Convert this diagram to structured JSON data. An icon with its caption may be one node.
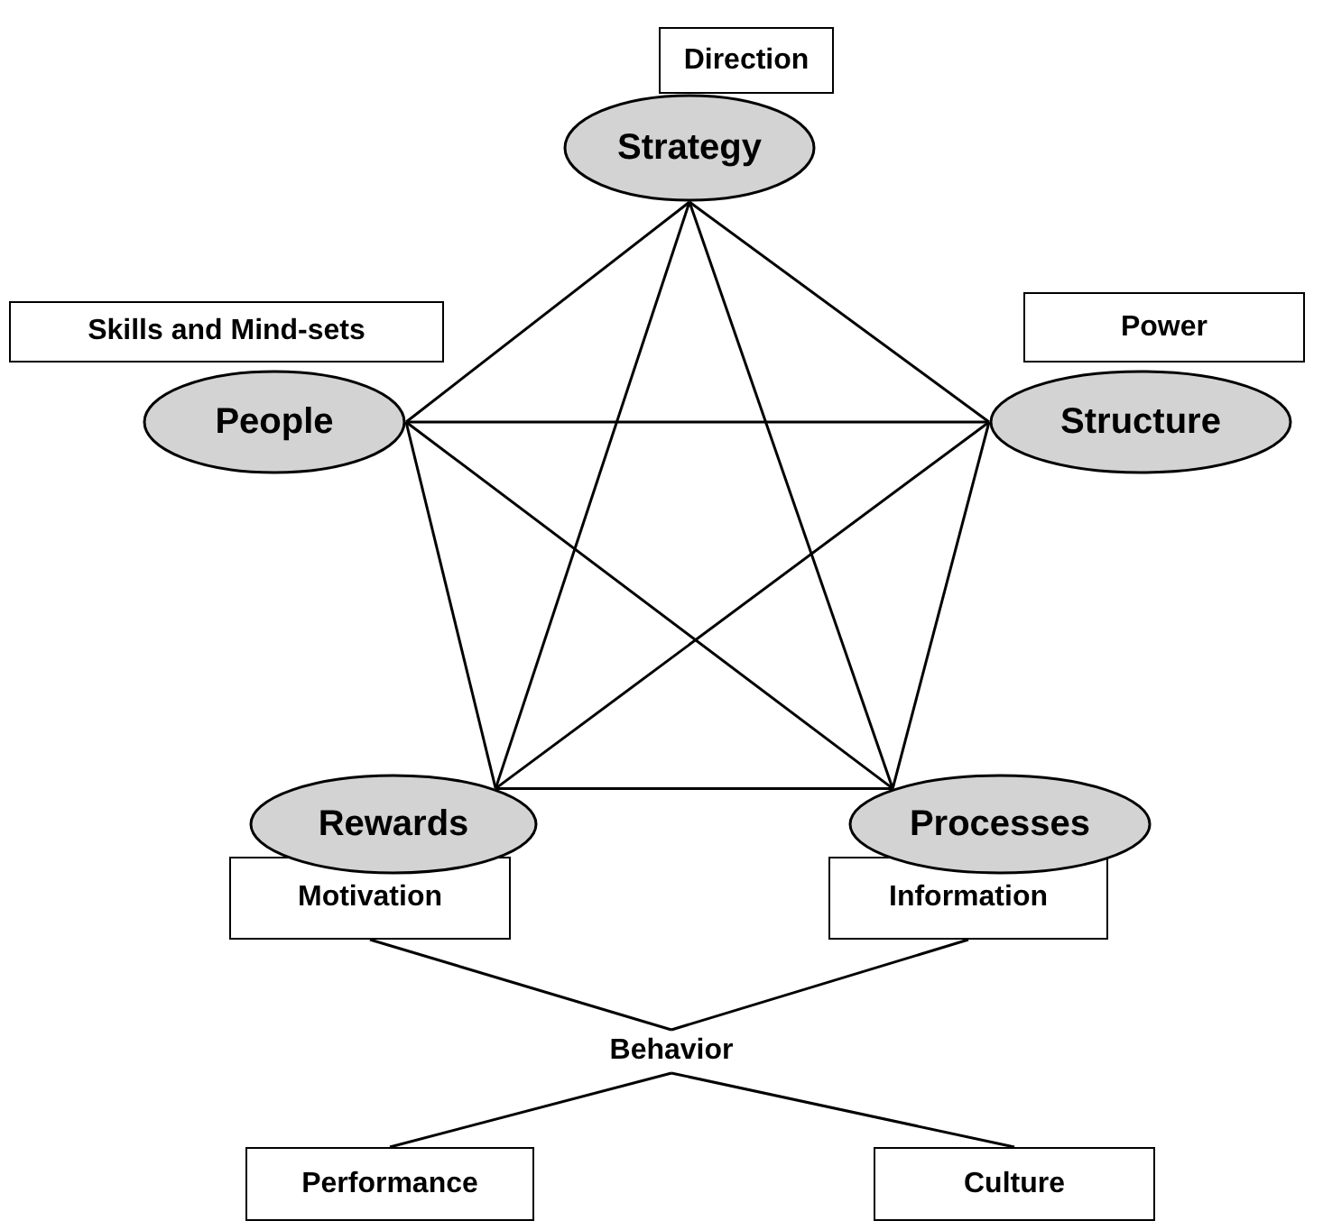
{
  "diagram": {
    "nodes": [
      {
        "text": [
          "Direction"
        ]
      },
      {
        "text": [
          "Strategy"
        ]
      },
      {
        "text": [
          "Skills and Mind-sets"
        ]
      },
      {
        "text": [
          "People"
        ]
      },
      {
        "text": [
          "Power"
        ]
      },
      {
        "text": [
          "Structure"
        ]
      },
      {
        "text": [
          "Rewards"
        ]
      },
      {
        "text": [
          "Processes"
        ]
      },
      {
        "text": [
          "Motivation"
        ]
      },
      {
        "text": [
          "Information"
        ]
      },
      {
        "text": [
          "Behavior"
        ]
      },
      {
        "text": [
          "Performance"
        ]
      },
      {
        "text": [
          "Culture"
        ]
      }
    ],
    "edges": [
      {
        "from": 1,
        "to": 3,
        "arrow": "none"
      },
      {
        "from": 1,
        "to": 5,
        "arrow": "none"
      },
      {
        "from": 1,
        "to": 6,
        "arrow": "none"
      },
      {
        "from": 1,
        "to": 7,
        "arrow": "none"
      },
      {
        "from": 3,
        "to": 5,
        "arrow": "none"
      },
      {
        "from": 3,
        "to": 6,
        "arrow": "none"
      },
      {
        "from": 3,
        "to": 7,
        "arrow": "none"
      },
      {
        "from": 5,
        "to": 6,
        "arrow": "none"
      },
      {
        "from": 5,
        "to": 7,
        "arrow": "none"
      },
      {
        "from": 6,
        "to": 7,
        "arrow": "none"
      },
      {
        "from": 8,
        "to": 10,
        "arrow": "none"
      },
      {
        "from": 9,
        "to": 10,
        "arrow": "none"
      },
      {
        "from": 10,
        "to": 11,
        "arrow": "none"
      },
      {
        "from": 10,
        "to": 12,
        "arrow": "none"
      }
    ]
  }
}
